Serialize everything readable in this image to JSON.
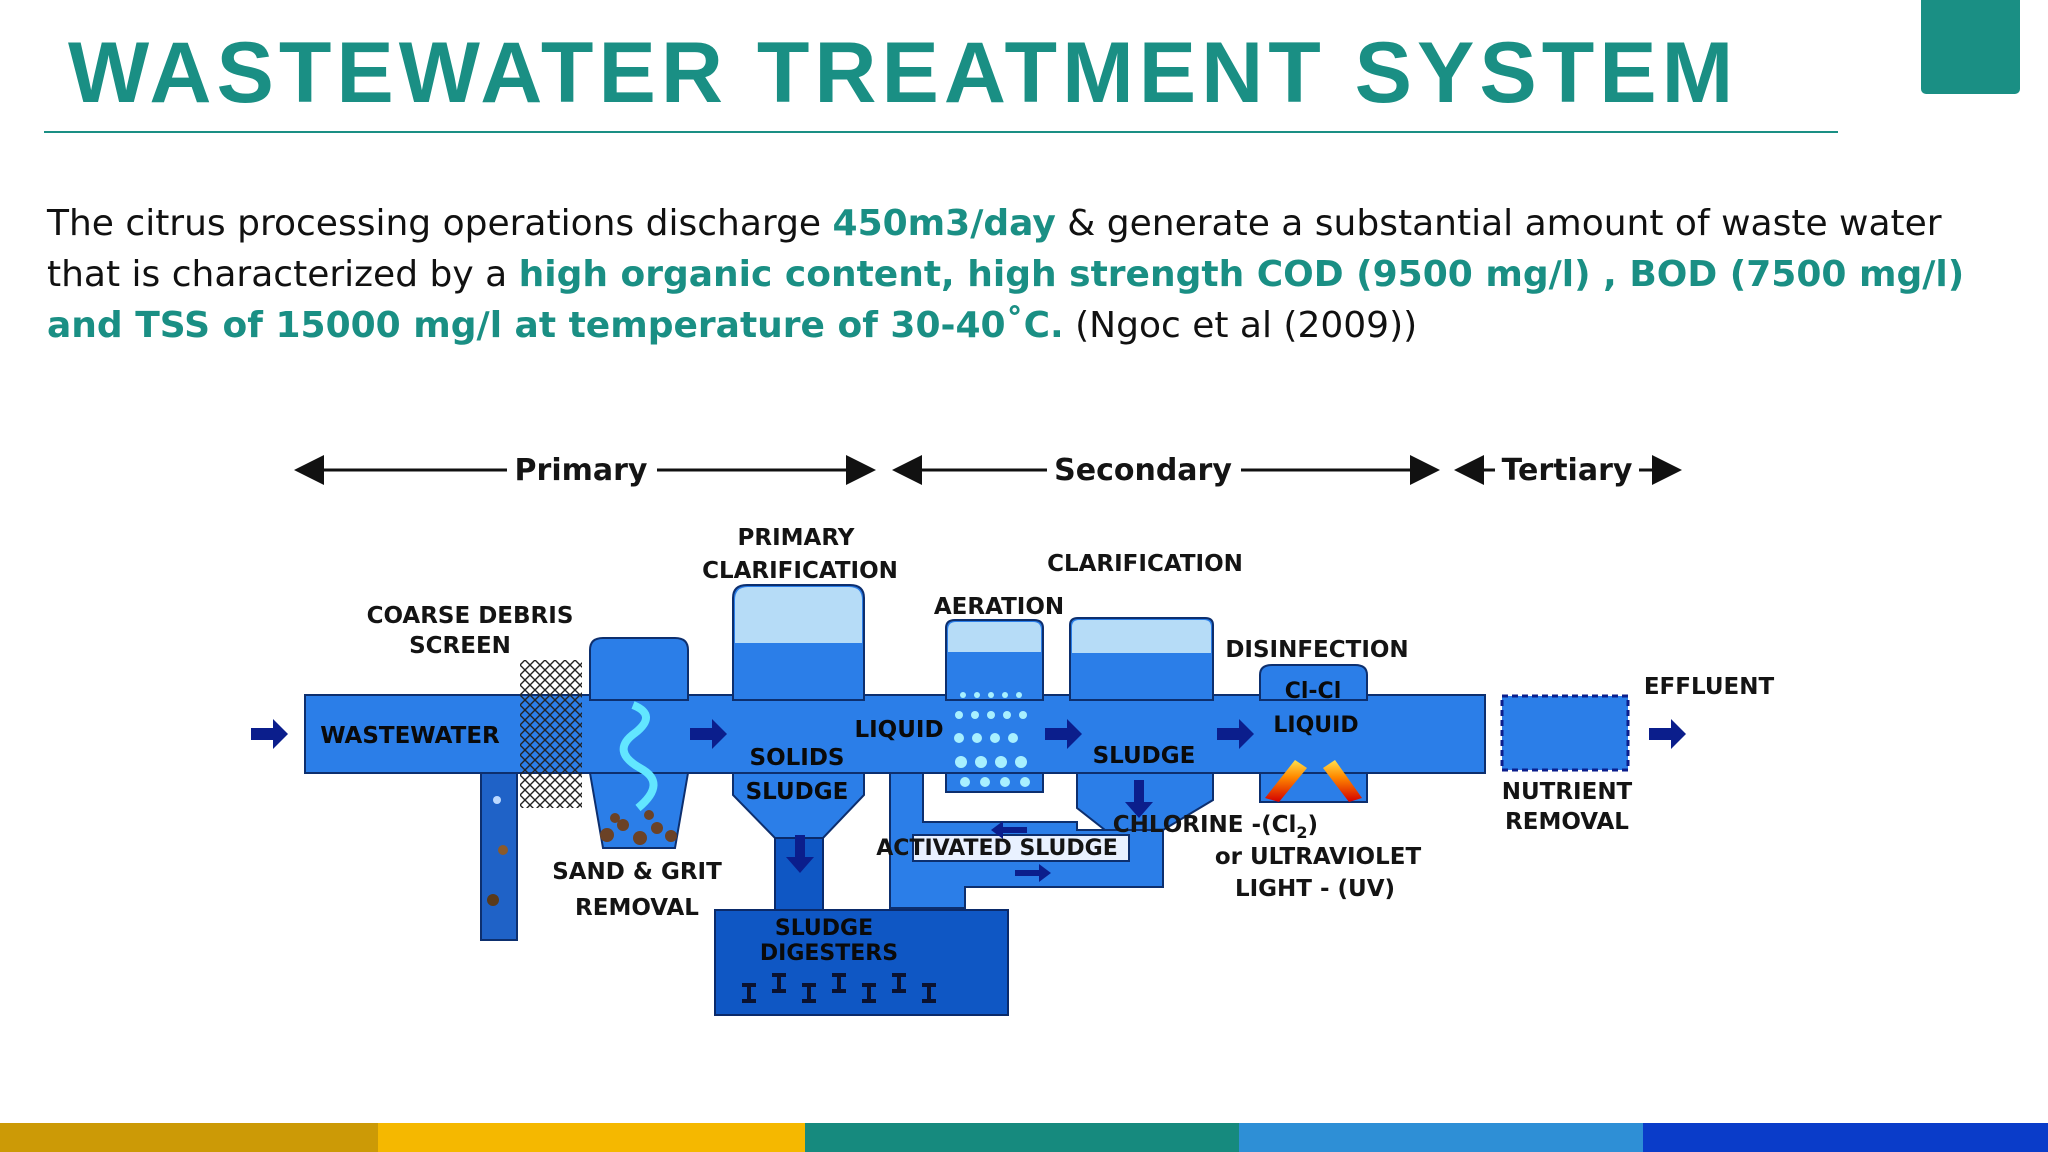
{
  "slide": {
    "title": "WASTEWATER TREATMENT SYSTEM",
    "paragraph": {
      "t1": "The citrus processing operations discharge ",
      "h1": "450m3/day",
      "t2": " & generate a substantial amount of waste water that is characterized by a ",
      "h2": "high organic content, high strength COD (9500 mg/l) , BOD (7500 mg/l) and TSS of 15000 mg/l  at temperature of 30-40˚C.",
      "t3": " (Ngoc et al (2009))"
    }
  },
  "diagram": {
    "stages": {
      "primary": "Primary",
      "secondary": "Secondary",
      "tertiary": "Tertiary"
    },
    "labels": {
      "primary_clarification_1": "PRIMARY",
      "primary_clarification_2": "CLARIFICATION",
      "clarification": "CLARIFICATION",
      "aeration": "AERATION",
      "coarse_debris_1": "COARSE DEBRIS",
      "coarse_debris_2": "SCREEN",
      "disinfection": "DISINFECTION",
      "cl_cl": "Cl-Cl",
      "liquid_disinfection": "LIQUID",
      "effluent": "EFFLUENT",
      "wastewater": "WASTEWATER",
      "liquid": "LIQUID",
      "solids": "SOLIDS",
      "sludge_primary": "SLUDGE",
      "sludge_secondary": "SLUDGE",
      "activated_sludge": "ACTIVATED SLUDGE",
      "sand_grit_1": "SAND & GRIT",
      "sand_grit_2": "REMOVAL",
      "sludge_digesters_1": "SLUDGE",
      "sludge_digesters_2": "DIGESTERS",
      "chlorine_1": "CHLORINE -(Cl",
      "chlorine_sub": "2",
      "chlorine_close": ")",
      "chlorine_2": "or ULTRAVIOLET",
      "chlorine_3": "LIGHT - (UV)",
      "nutrient_1": "NUTRIENT",
      "nutrient_2": "REMOVAL"
    }
  },
  "footer": {
    "colors": [
      "#cc9a06",
      "#f5b800",
      "#168a7e",
      "#2e8fd6",
      "#0a3cc9"
    ]
  },
  "colors": {
    "accent": "#1a8f84",
    "water": "#2b7ee8",
    "water_dark": "#0f57c4",
    "arrow": "#0b1e8c"
  }
}
